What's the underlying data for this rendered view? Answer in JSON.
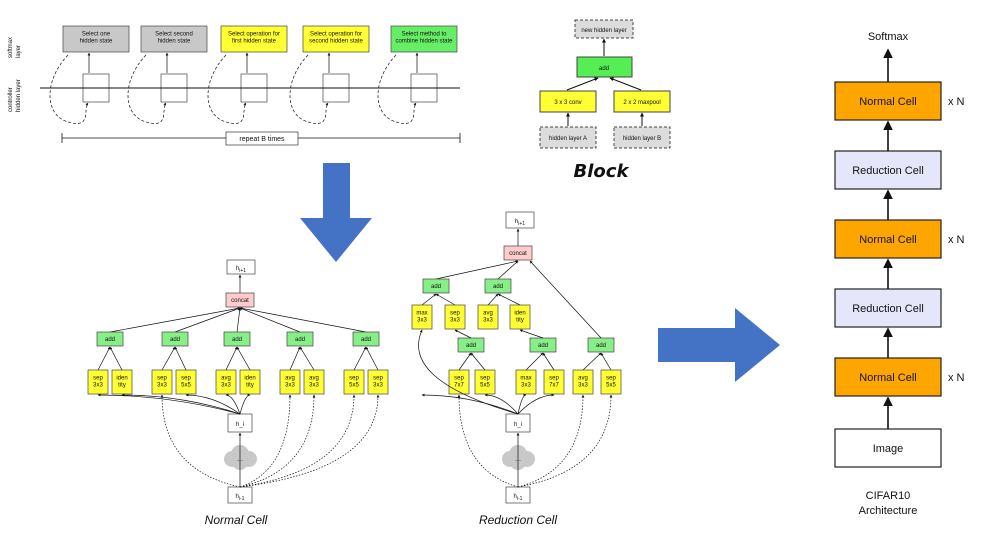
{
  "controller": {
    "softmax_layer_label": "softmax\nlayer",
    "hidden_layer_label": "controller\nhidden layer",
    "steps": [
      {
        "label": "Select one\nhidden state",
        "color": "#c8c8c8"
      },
      {
        "label": "Select second\nhidden state",
        "color": "#c8c8c8"
      },
      {
        "label": "Select operation for\nfirst hidden state",
        "color": "#ffff33"
      },
      {
        "label": "Select operation for\nsecond hidden state",
        "color": "#ffff33"
      },
      {
        "label": "Select method to\ncombine hidden state",
        "color": "#66ee66"
      }
    ],
    "repeat_label": "repeat B times"
  },
  "block": {
    "title": "Block",
    "new_hidden": "new hidden layer",
    "add": "add",
    "op_left": "3 x 3 conv",
    "op_right": "2 x 2 maxpool",
    "in_left": "hidden layer A",
    "in_right": "hidden layer B"
  },
  "normal_cell": {
    "caption": "Normal Cell",
    "output": "h_{i+1}",
    "concat": "concat",
    "add": "add",
    "ops": [
      "sep\n3x3",
      "iden\ntity",
      "sep\n3x3",
      "sep\n5x5",
      "avg\n3x3",
      "iden\ntity",
      "avg\n3x3",
      "avg\n3x3",
      "sep\n5x5",
      "sep\n3x3"
    ],
    "hi": "h_i",
    "ellipsis": "...",
    "hi_minus_1": "h_{i-1}"
  },
  "reduction_cell": {
    "caption": "Reduction Cell",
    "output": "h_{i+1}",
    "concat": "concat",
    "add": "add",
    "top_ops": [
      "max\n3x3",
      "sep\n3x3",
      "avg\n3x3",
      "iden\ntity"
    ],
    "bottom_ops": [
      "sep\n7x7",
      "sep\n5x5",
      "max\n3x3",
      "sep\n7x7",
      "avg\n3x3",
      "sep\n5x5"
    ],
    "hi": "h_i",
    "ellipsis": "...",
    "hi_minus_1": "h_{i-1}"
  },
  "architecture": {
    "top_label": "Softmax",
    "cells": [
      {
        "label": "Normal Cell",
        "kind": "normal",
        "repeat": "x N"
      },
      {
        "label": "Reduction Cell",
        "kind": "reduction",
        "repeat": ""
      },
      {
        "label": "Normal Cell",
        "kind": "normal",
        "repeat": "x N"
      },
      {
        "label": "Reduction Cell",
        "kind": "reduction",
        "repeat": ""
      },
      {
        "label": "Normal Cell",
        "kind": "normal",
        "repeat": "x N"
      },
      {
        "label": "Image",
        "kind": "input",
        "repeat": ""
      }
    ],
    "caption_line1": "CIFAR10",
    "caption_line2": "Architecture",
    "colors": {
      "normal": "#ffa500",
      "reduction": "#e6e6fa",
      "input": "#ffffff",
      "arrow": "#4472c4"
    }
  }
}
